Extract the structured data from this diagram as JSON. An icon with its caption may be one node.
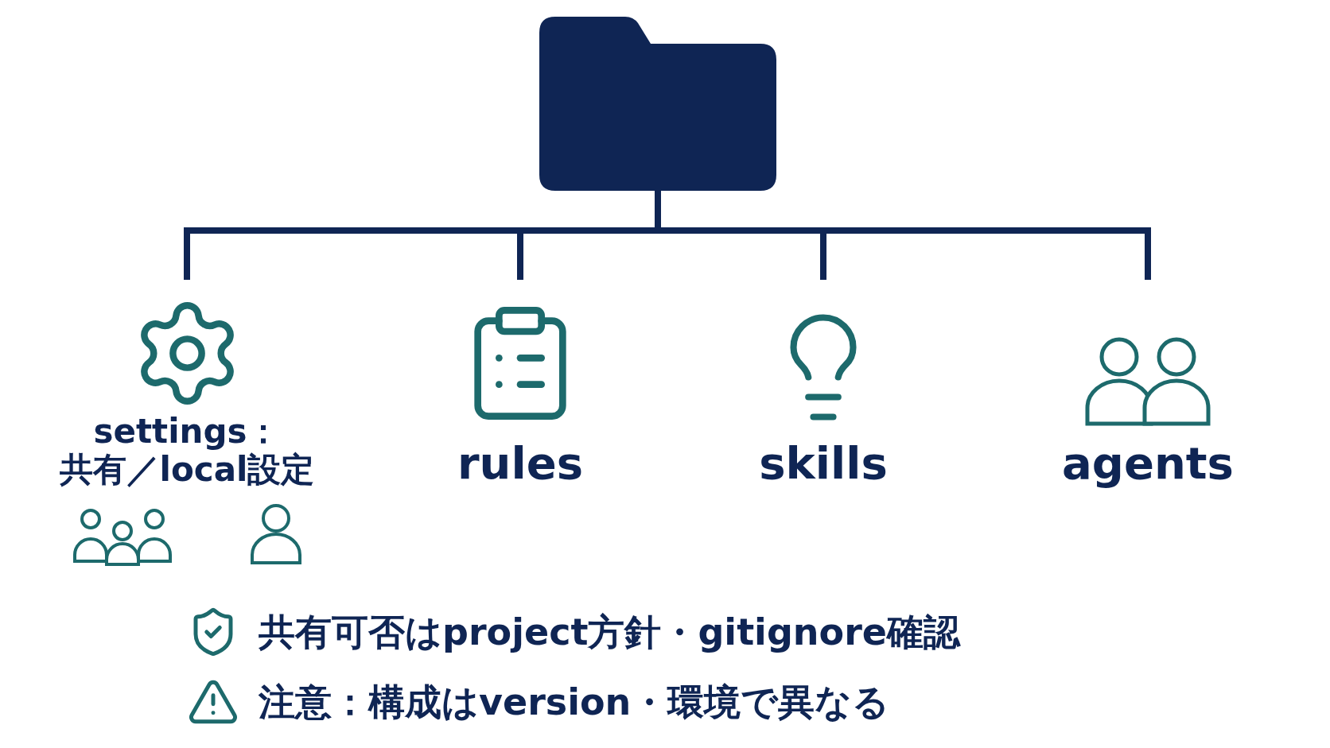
{
  "diagram": {
    "nodes": [
      {
        "text": [],
        "shape": "folder"
      },
      {
        "text": [
          "settings：",
          "共有／local設定"
        ]
      },
      {
        "text": [
          "rules"
        ]
      },
      {
        "text": [
          "skills"
        ]
      },
      {
        "text": [
          "agents"
        ]
      }
    ],
    "edges": [
      {
        "from": 0,
        "to": 1,
        "arrow": "none"
      },
      {
        "from": 0,
        "to": 2,
        "arrow": "none"
      },
      {
        "from": 0,
        "to": 3,
        "arrow": "none"
      },
      {
        "from": 0,
        "to": 4,
        "arrow": "none"
      }
    ],
    "labels": [
      "共有可否はproject方針・gitignore確認",
      "注意：構成はversion・環境で異なる"
    ]
  }
}
